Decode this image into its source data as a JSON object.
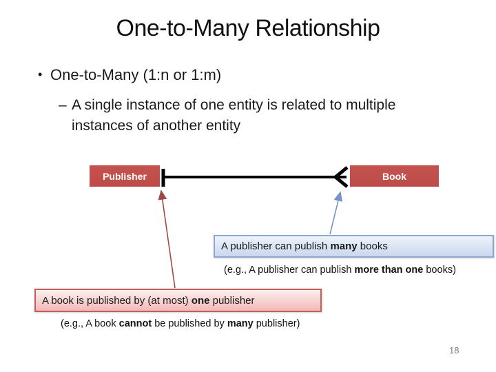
{
  "slide": {
    "title": "One-to-Many Relationship",
    "page_number": "18"
  },
  "bullets": {
    "marker": "•",
    "item": "One-to-Many (1:n or 1:m)",
    "sub_marker": "–",
    "sub_item": "A single instance of one entity is related to multiple instances of another entity"
  },
  "diagram": {
    "publisher_label": "Publisher",
    "book_label": "Book",
    "entity_fill_color": "#c0504d",
    "entity_text_color": "#ffffff",
    "relationship_line_color": "#000000",
    "one_end_symbol": "tick-bar",
    "many_end_symbol": "crow-foot-arrow"
  },
  "callouts": {
    "publisher_side": {
      "pre": "A publisher can publish ",
      "bold": "many",
      "post": " books",
      "fill_color": "#dbe5f1",
      "border_color": "#8ba6d0",
      "leader_color": "#7493c8"
    },
    "publisher_example": {
      "pre": "(e.g., A publisher can publish ",
      "bold": "more than one",
      "post": " books)"
    },
    "book_side": {
      "pre": "A book is published by (at most) ",
      "bold": "one",
      "post": " publisher",
      "fill_color": "#f2dcdb",
      "border_color": "#c05f5b",
      "leader_color": "#9c4a46"
    },
    "book_example": {
      "pre": "(e.g., A book ",
      "bold1": "cannot",
      "mid": " be published by ",
      "bold2": "many",
      "post": " publisher)"
    }
  }
}
